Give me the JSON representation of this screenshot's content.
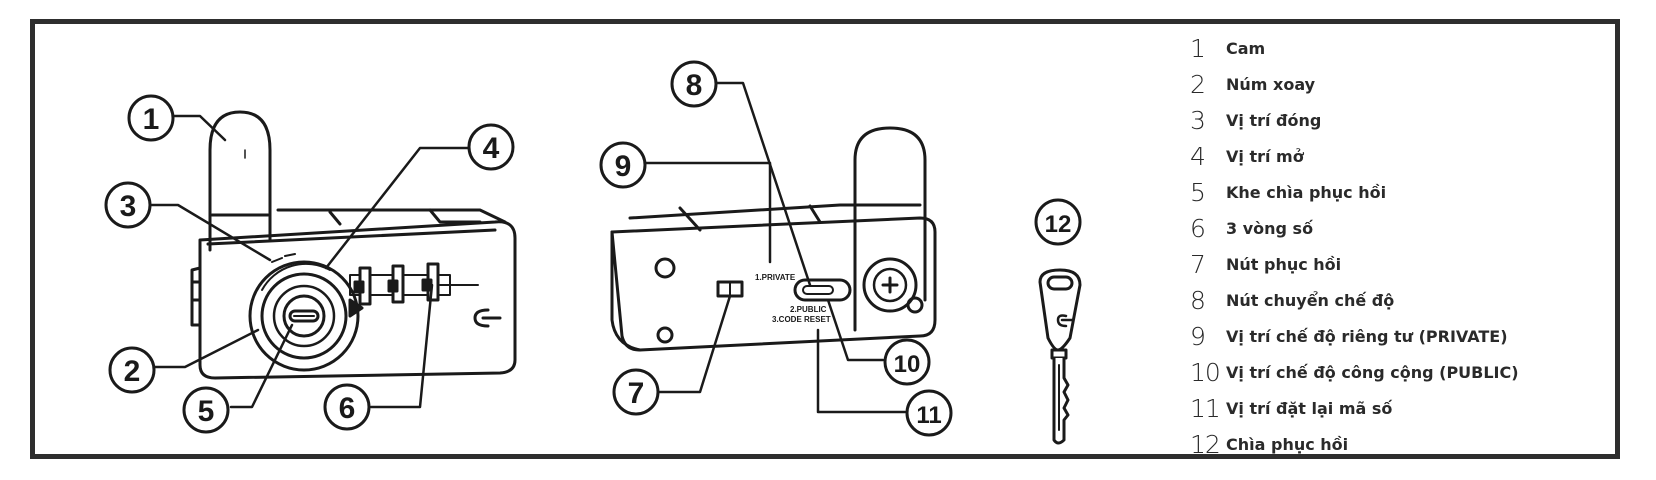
{
  "callouts": [
    "1",
    "2",
    "3",
    "4",
    "5",
    "6",
    "7",
    "8",
    "9",
    "10",
    "11",
    "12"
  ],
  "body_labels": {
    "private": "1.PRIVATE",
    "public": "2.PUBLIC",
    "code_reset": "3.CODE RESET"
  },
  "legend": [
    {
      "num": "1",
      "text": "Cam"
    },
    {
      "num": "2",
      "text": "Núm xoay"
    },
    {
      "num": "3",
      "text": "Vị trí đóng"
    },
    {
      "num": "4",
      "text": "Vị trí mở"
    },
    {
      "num": "5",
      "text": "Khe chìa phục hồi"
    },
    {
      "num": "6",
      "text": "3 vòng số"
    },
    {
      "num": "7",
      "text": "Nút phục hồi"
    },
    {
      "num": "8",
      "text": "Nút chuyển chế độ"
    },
    {
      "num": "9",
      "text": "Vị trí chế độ riêng tư (PRIVATE)"
    },
    {
      "num": "10",
      "text": "Vị trí chế độ công cộng (PUBLIC)"
    },
    {
      "num": "11",
      "text": "Vị trí đặt lại mã số"
    },
    {
      "num": "12",
      "text": "Chìa phục hồi"
    }
  ]
}
